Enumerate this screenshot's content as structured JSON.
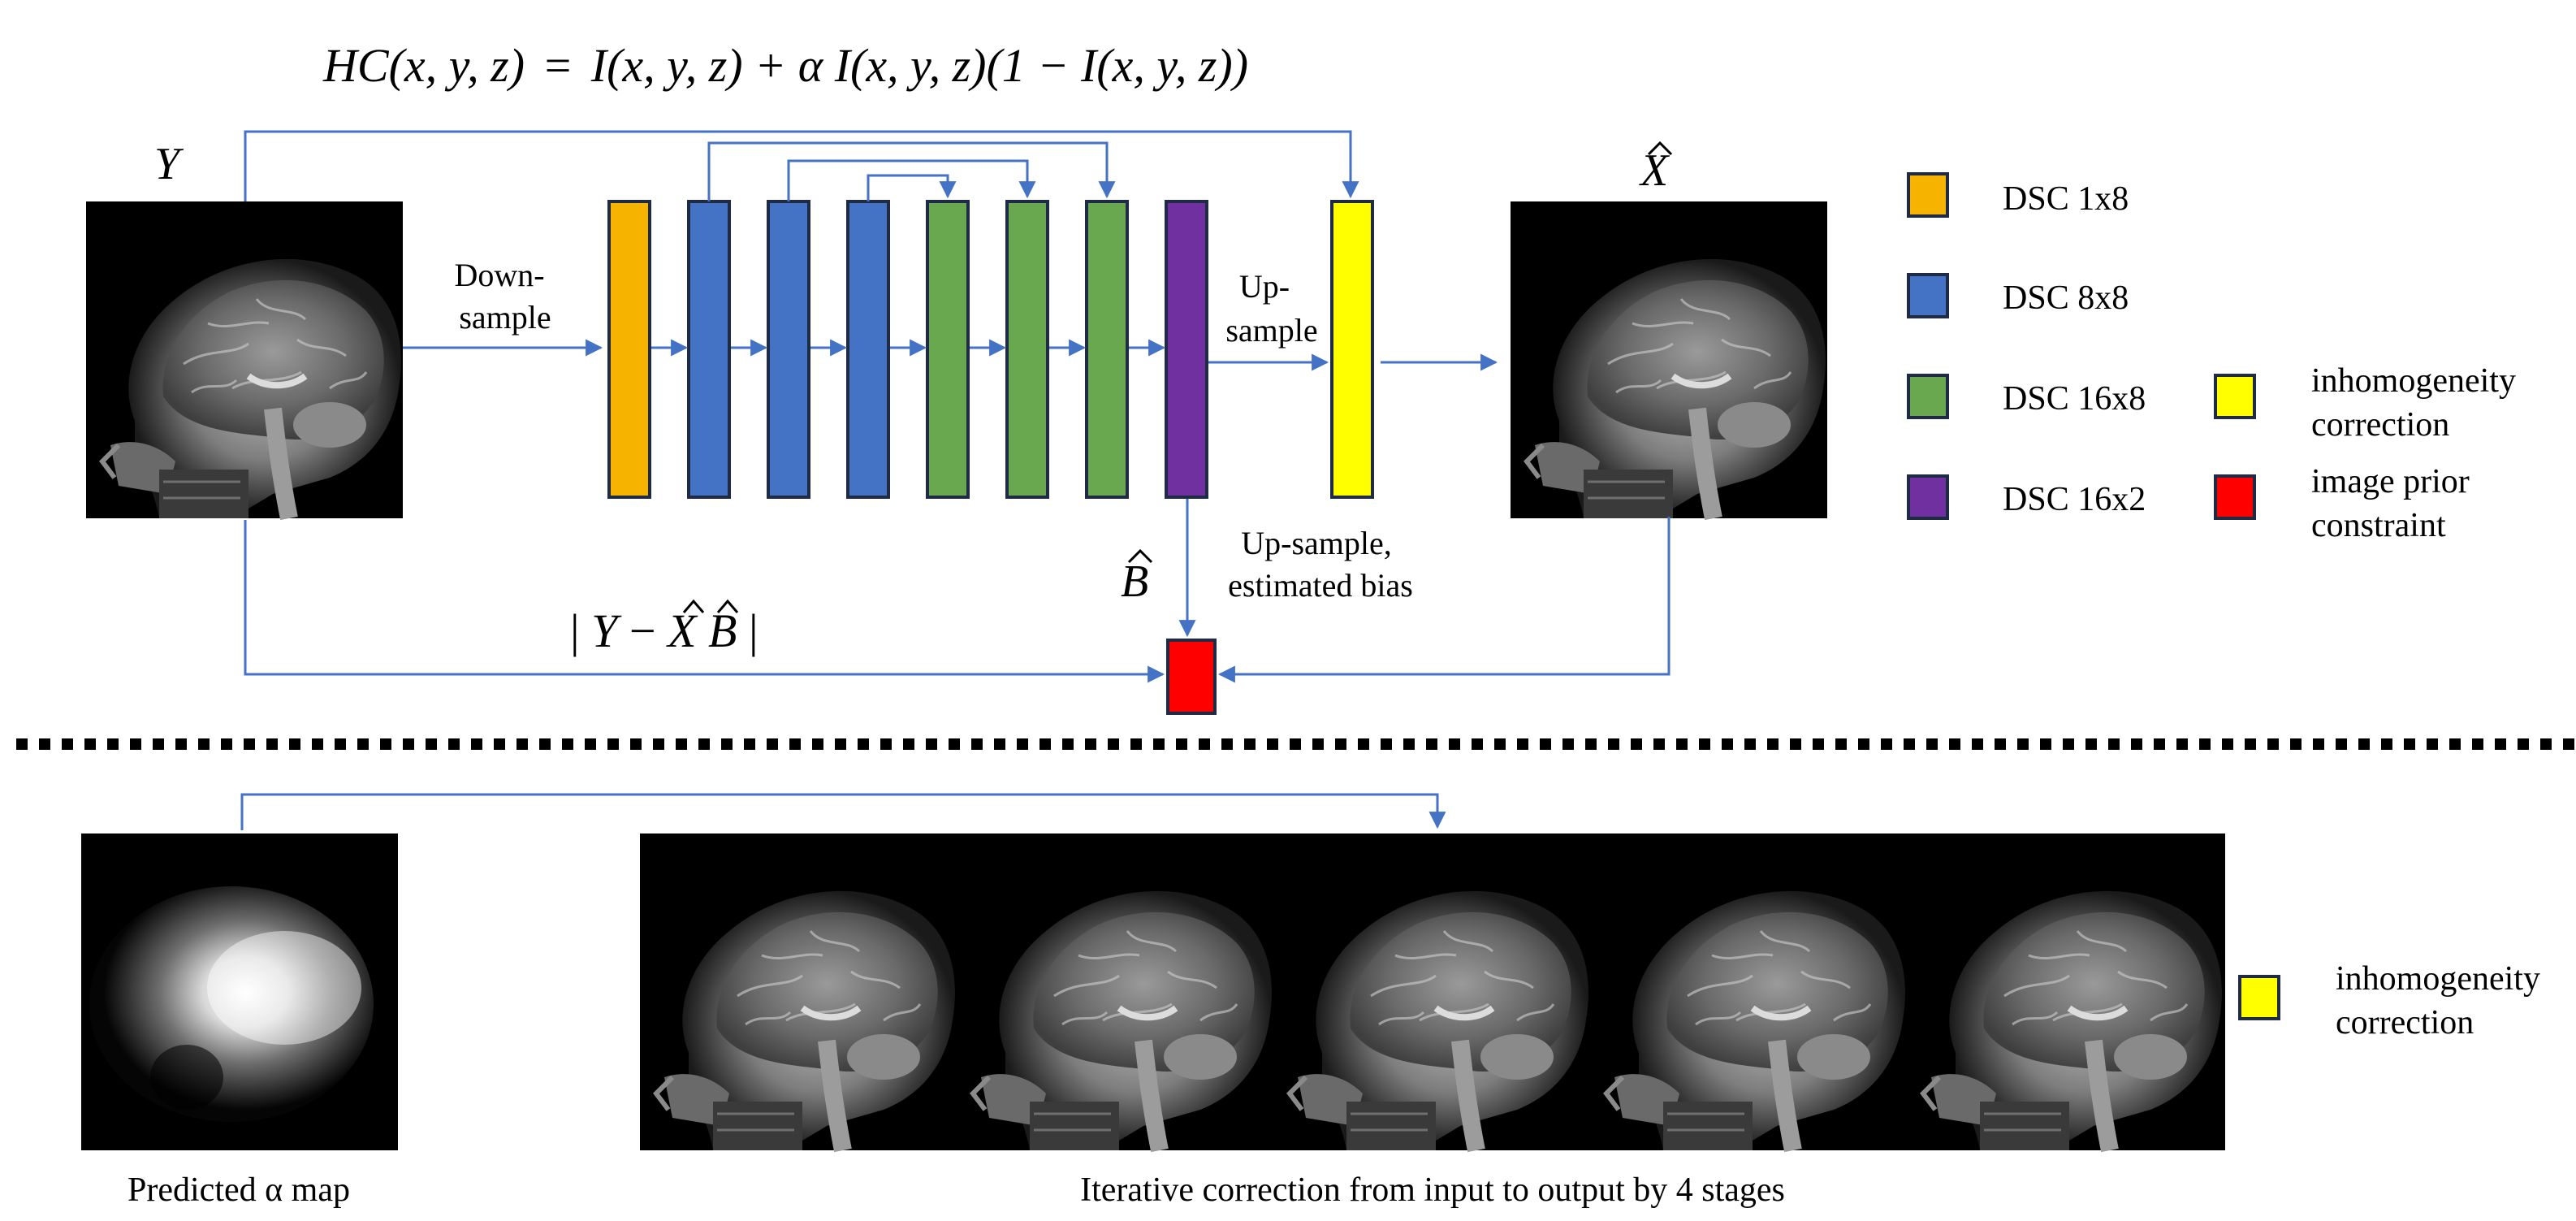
{
  "formula": {
    "lhs": "HC(x, y, z)",
    "eq": "=",
    "rhs_1": "I(x, y, z) + ",
    "alpha": "α",
    "rhs_2": "I(x, y, z)(1 − I(x, y, z))"
  },
  "input_symbol": "Y",
  "output_symbol": "X",
  "bias_symbol": "B",
  "loss": {
    "bar": "|",
    "y": "Y",
    "minus": " − ",
    "x": "X",
    "b": "B"
  },
  "downsample": [
    "Down-",
    "sample"
  ],
  "upsample": [
    "Up-",
    "sample"
  ],
  "upsample_bias": [
    "Up-sample,",
    "estimated bias"
  ],
  "legend": {
    "dsc_1x8": "DSC 1x8",
    "dsc_8x8": "DSC 8x8",
    "dsc_16x8": "DSC 16x8",
    "dsc_16x2": "DSC 16x2",
    "inhomogeneity": [
      "inhomogeneity",
      "correction"
    ],
    "prior": [
      "image prior",
      "constraint"
    ]
  },
  "alpha_map_caption": "Predicted α map",
  "iterative_caption": "Iterative correction from input to output by 4 stages",
  "colors": {
    "orange": "#F6B400",
    "blue": "#4472C4",
    "green": "#6AA84F",
    "purple": "#7030A0",
    "yellow": "#FFFF00",
    "red": "#FF0000",
    "arrow": "#4472C4",
    "border": "#1F2A44"
  },
  "icons": [
    "mri-sagittal-image",
    "alpha-map-image"
  ]
}
